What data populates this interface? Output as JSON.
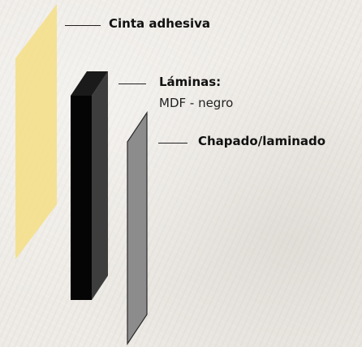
{
  "colors": {
    "background": "#eeebe6",
    "tape": "#f4df8a",
    "mdf_front": "#050505",
    "mdf_side": "#3d3d3d",
    "mdf_top": "#1a1a1a",
    "veneer_face": "#8c8c8c",
    "veneer_edge": "#2a2a2a",
    "leader_line": "#222222"
  },
  "labels": {
    "tape": "Cinta adhesiva",
    "sheets_title": "Láminas:",
    "sheets_material": "MDF - negro",
    "veneer": "Chapado/laminado"
  }
}
